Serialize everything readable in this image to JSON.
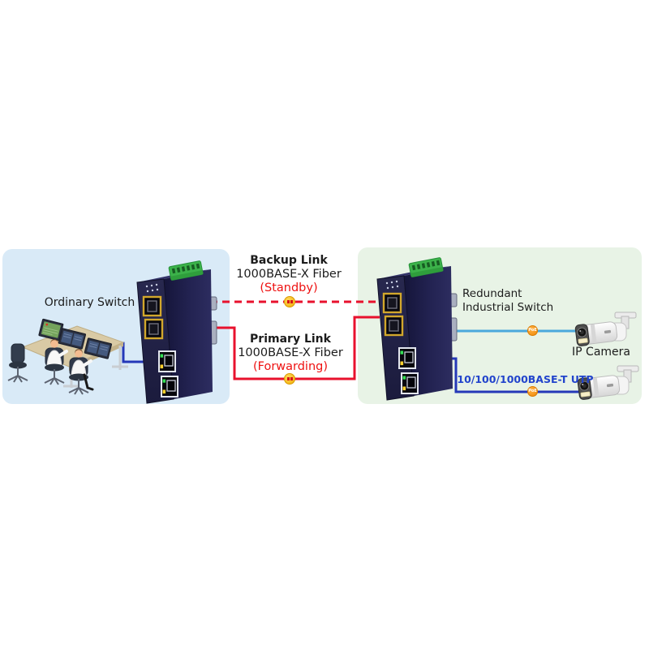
{
  "colors": {
    "left_panel_bg": "#d9eaf7",
    "right_panel_bg": "#e8f3e6",
    "fiber_link_red": "#e8112d",
    "status_text_red": "#ee1111",
    "utp_link_blue": "#2538b8",
    "camera_link_lightblue": "#4aa8dc",
    "utp_label_blue": "#2244cc",
    "poe_badge_orange": "#f08c0e",
    "fiber_badge_gold": "#f3b71c",
    "switch_body_navy": "#232348",
    "terminal_block_green": "#3cb24a"
  },
  "left_zone": {
    "switch_label": "Ordinary Switch"
  },
  "links": {
    "backup": {
      "title": "Backup Link",
      "medium": "1000BASE-X Fiber",
      "state": "(Standby)"
    },
    "primary": {
      "title": "Primary Link",
      "medium": "1000BASE-X Fiber",
      "state": "(Forwarding)"
    },
    "utp": {
      "label": "10/100/1000BASE-T UTP"
    }
  },
  "right_zone": {
    "switch_label_line1": "Redundant",
    "switch_label_line2": "Industrial Switch",
    "camera_label": "IP Camera"
  },
  "badges": {
    "poe_label": "PoE"
  },
  "icons": {
    "fiber_connector_badge": "lc-duplex-connector",
    "poe_badge": "poe-circle",
    "workstations": "control-room-workstations",
    "industrial_switch": "din-rail-industrial-switch",
    "ip_camera": "bullet-ip-camera"
  }
}
